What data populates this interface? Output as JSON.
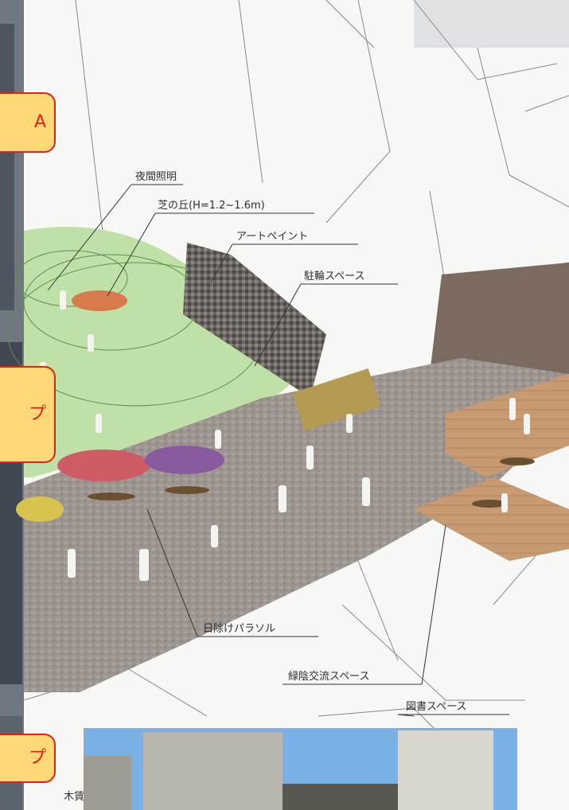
{
  "labels": {
    "night_lighting": "夜間照明",
    "grass_hill": "芝の丘(H=1.2~1.6m)",
    "art_paint": "アートペイント",
    "bicycle_parking": "駐輪スペース",
    "parasol": "日除けパラソル",
    "green_shade_exchange": "緑陰交流スペース",
    "library_space": "図書スペース"
  },
  "tags": {
    "tag_a": "A",
    "tag_b": "プ",
    "tag_c": "プ"
  },
  "edge_text": "木賃"
}
